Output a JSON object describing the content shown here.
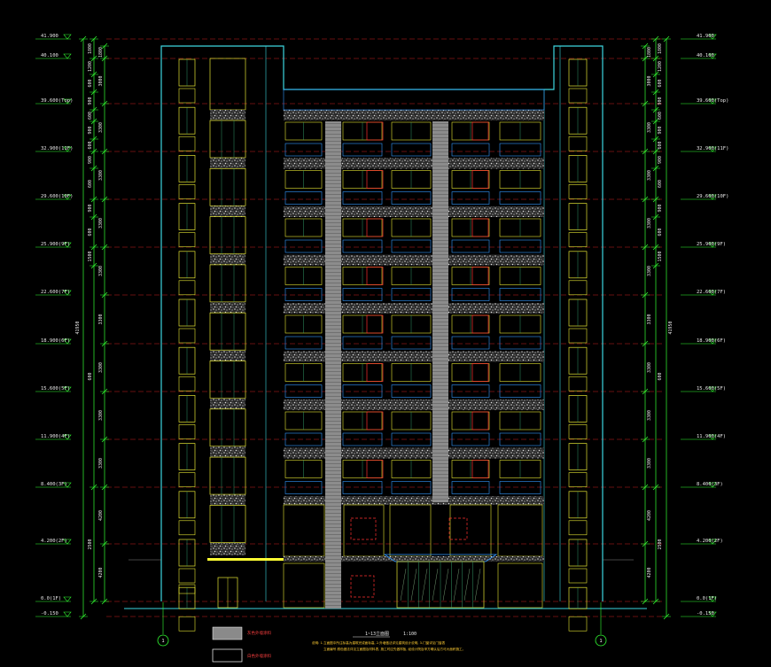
{
  "levels_left": [
    "41.900",
    "40.100",
    "39.600(Top)",
    "32.900(11F)",
    "29.600(10F)",
    "25.900(9F)",
    "22.600(7F)",
    "18.900(6F)",
    "15.600(5F)",
    "11.900(4F)",
    "8.400(3F)",
    "4.200(2F)",
    "0.0(1F)",
    "-0.150"
  ],
  "levels_right": [
    "41.900",
    "40.100",
    "39.600(Top)",
    "32.900(11F)",
    "29.600(10F)",
    "25.900(9F)",
    "22.600(7F)",
    "18.900(6F)",
    "15.600(5F)",
    "11.900(4F)",
    "8.400(3F)",
    "4.200(2F)",
    "0.0(1F)",
    "-0.150"
  ],
  "dims_left_inner": [
    "1800",
    "3000",
    "3300",
    "3300",
    "3300",
    "3300",
    "3300",
    "3300",
    "3300",
    "3300",
    "4200",
    "4200"
  ],
  "dims_left_outer": [
    "1800",
    "1200",
    "600",
    "900",
    "600",
    "900",
    "600",
    "900",
    "600",
    "900",
    "600",
    "1500",
    "600",
    "2500"
  ],
  "dims_right_inner": [
    "1800",
    "3000",
    "3300",
    "3300",
    "3300",
    "3300",
    "3300",
    "3300",
    "3300",
    "3300",
    "4200",
    "4200"
  ],
  "dims_right_outer": [
    "1800",
    "1200",
    "600",
    "900",
    "600",
    "900",
    "600",
    "900",
    "600",
    "900",
    "600",
    "1500",
    "600",
    "2500"
  ],
  "total_height": "41950",
  "axis_left": "1",
  "axis_right": "1",
  "drawing_title": "1~13立面图",
  "drawing_scale": "1:100",
  "legend": [
    {
      "label": "灰色外墙涂料",
      "swatch": "#8a8a8a"
    },
    {
      "label": "白色外墙涂料",
      "swatch": "#000000"
    }
  ],
  "notes": [
    "说明: 1.立面图中所注标高为建筑完成面标高, 2.外墙做法详见建筑设计说明, 3.门窗详见门窗表",
    "立面编号    颜色做法详见立面图及材料表, 施工时应先做样板, 经设计院及甲方确认后方可大面积施工。"
  ],
  "colors": {
    "background": "#000000",
    "outline": "#3dd6e0",
    "gridline": "#cc2222",
    "dimension": "#33ff33",
    "window_frame": "#e6e633",
    "window_glass": "#339966",
    "facade_blue": "#3399ff",
    "stone_band": "#bdbdbd",
    "stair_core": "#9a9a9a",
    "red_window": "#ff3030",
    "canopy": "#ffff33",
    "note": "#ffcc33"
  }
}
